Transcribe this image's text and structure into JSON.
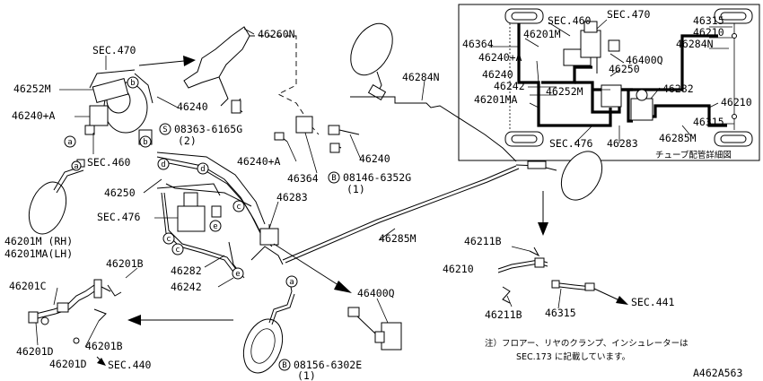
{
  "labels": {
    "sec470_main": "SEC.470",
    "p46260N": "46260N",
    "p46252M_main": "46252M",
    "p46240A_main": "46240+A",
    "sec460_main": "SEC.460",
    "p46240_main": "46240",
    "bolt1": "08363-6165G",
    "bolt1_qty": "(2)",
    "bolt_s": "S",
    "p46250_main": "46250",
    "sec476_main": "SEC.476",
    "p46240A_mid": "46240+A",
    "p46364_main": "46364",
    "p46240_mid": "46240",
    "bolt2": "08146-6352G",
    "bolt2_qty": "(1)",
    "bolt_b": "B",
    "p46284N_main": "46284N",
    "p46283_main": "46283",
    "p46285M_main": "46285M",
    "p46282_main": "46282",
    "p46242_main": "46242",
    "p46201M": "46201M (RH)",
    "p46201MA": "46201MA(LH)",
    "p46201B_a": "46201B",
    "p46201C": "46201C",
    "p46201D_a": "46201D",
    "p46201B_b": "46201B",
    "p46201D_b": "46201D",
    "sec440": "SEC.440",
    "p46400Q_main": "46400Q",
    "bolt3": "08156-6302E",
    "bolt3_qty": "(1)",
    "bolt_b2": "B",
    "p46211B_a": "46211B",
    "p46210_main": "46210",
    "p46211B_b": "46211B",
    "p46315_main": "46315",
    "sec441": "SEC.441",
    "note_line1": "注）フロアー、リヤのクランプ、インシュレーターは",
    "note_line2": "SEC.173 に記載しています。",
    "diagram_code": "A462A563"
  },
  "inset": {
    "title": "チューブ配管詳細図",
    "sec460": "SEC.460",
    "sec470": "SEC.470",
    "p46315_top": "46315",
    "p46210_top": "46210",
    "p46284N": "46284N",
    "p46364": "46364",
    "p46201M": "46201M",
    "p46240A": "46240+A",
    "p46250": "46250",
    "p46400Q": "46400Q",
    "p46240": "46240",
    "p46242": "46242",
    "p46252M": "46252M",
    "p46282": "46282",
    "p46201MA": "46201MA",
    "p46210_right": "46210",
    "p46315_bottom": "46315",
    "sec476": "SEC.476",
    "p46283": "46283",
    "p46285M": "46285M"
  },
  "callouts": {
    "a": "a",
    "b": "b",
    "c": "c",
    "d": "d",
    "e": "e"
  }
}
